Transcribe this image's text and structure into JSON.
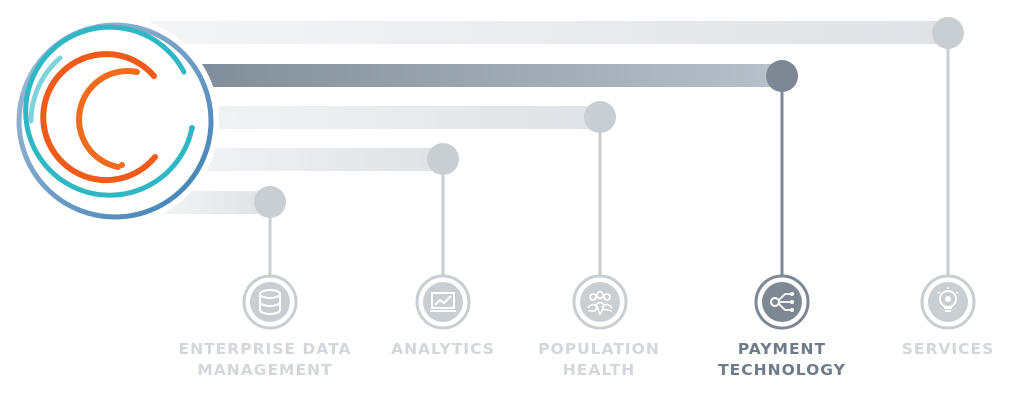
{
  "categories": [
    {
      "id": "enterprise-data-management",
      "lines": [
        "ENTERPRISE DATA",
        "MANAGEMENT"
      ],
      "icon": "database-icon",
      "active": false
    },
    {
      "id": "analytics",
      "lines": [
        "ANALYTICS"
      ],
      "icon": "chart-icon",
      "active": false
    },
    {
      "id": "population-health",
      "lines": [
        "POPULATION",
        "HEALTH"
      ],
      "icon": "people-icon",
      "active": false
    },
    {
      "id": "payment-technology",
      "lines": [
        "PAYMENT",
        "TECHNOLOGY"
      ],
      "icon": "network-icon",
      "active": true
    },
    {
      "id": "services",
      "lines": [
        "SERVICES"
      ],
      "icon": "lightbulb-icon",
      "active": false
    }
  ],
  "colors": {
    "inactive": "#c9ced3",
    "inactive_text": "#d3d7db",
    "active": "#7d8894",
    "active_text": "#6f7b87",
    "logo_outer": "#4a86b8",
    "logo_teal": "#2fb8c4",
    "logo_orange": "#f05a1a"
  }
}
